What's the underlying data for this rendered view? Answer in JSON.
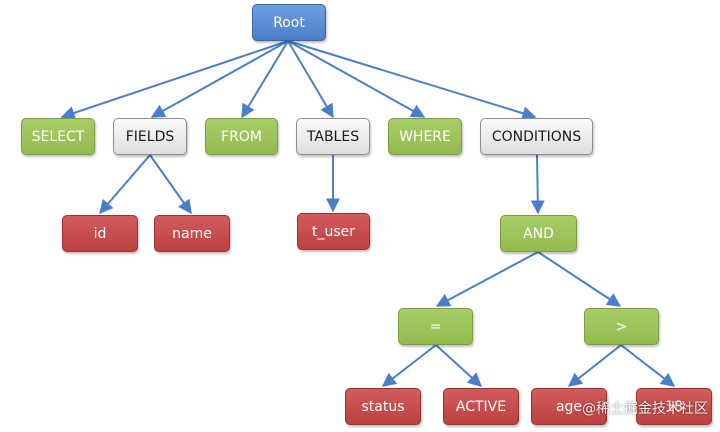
{
  "nodes": {
    "root": "Root",
    "select": "SELECT",
    "fields": "FIELDS",
    "from": "FROM",
    "tables": "TABLES",
    "where": "WHERE",
    "conditions": "CONDITIONS",
    "id": "id",
    "name": "name",
    "t_user": "t_user",
    "and": "AND",
    "eq": "=",
    "gt": ">",
    "status": "status",
    "active": "ACTIVE",
    "age": "age",
    "eighteen": "18"
  },
  "colors": {
    "root": "#4a7fc7",
    "keyword": "#93bb4f",
    "clause": "#dedede",
    "value": "#bd4141",
    "edge": "#4a7fc7"
  },
  "watermark": "@稀土掘金技术社区"
}
